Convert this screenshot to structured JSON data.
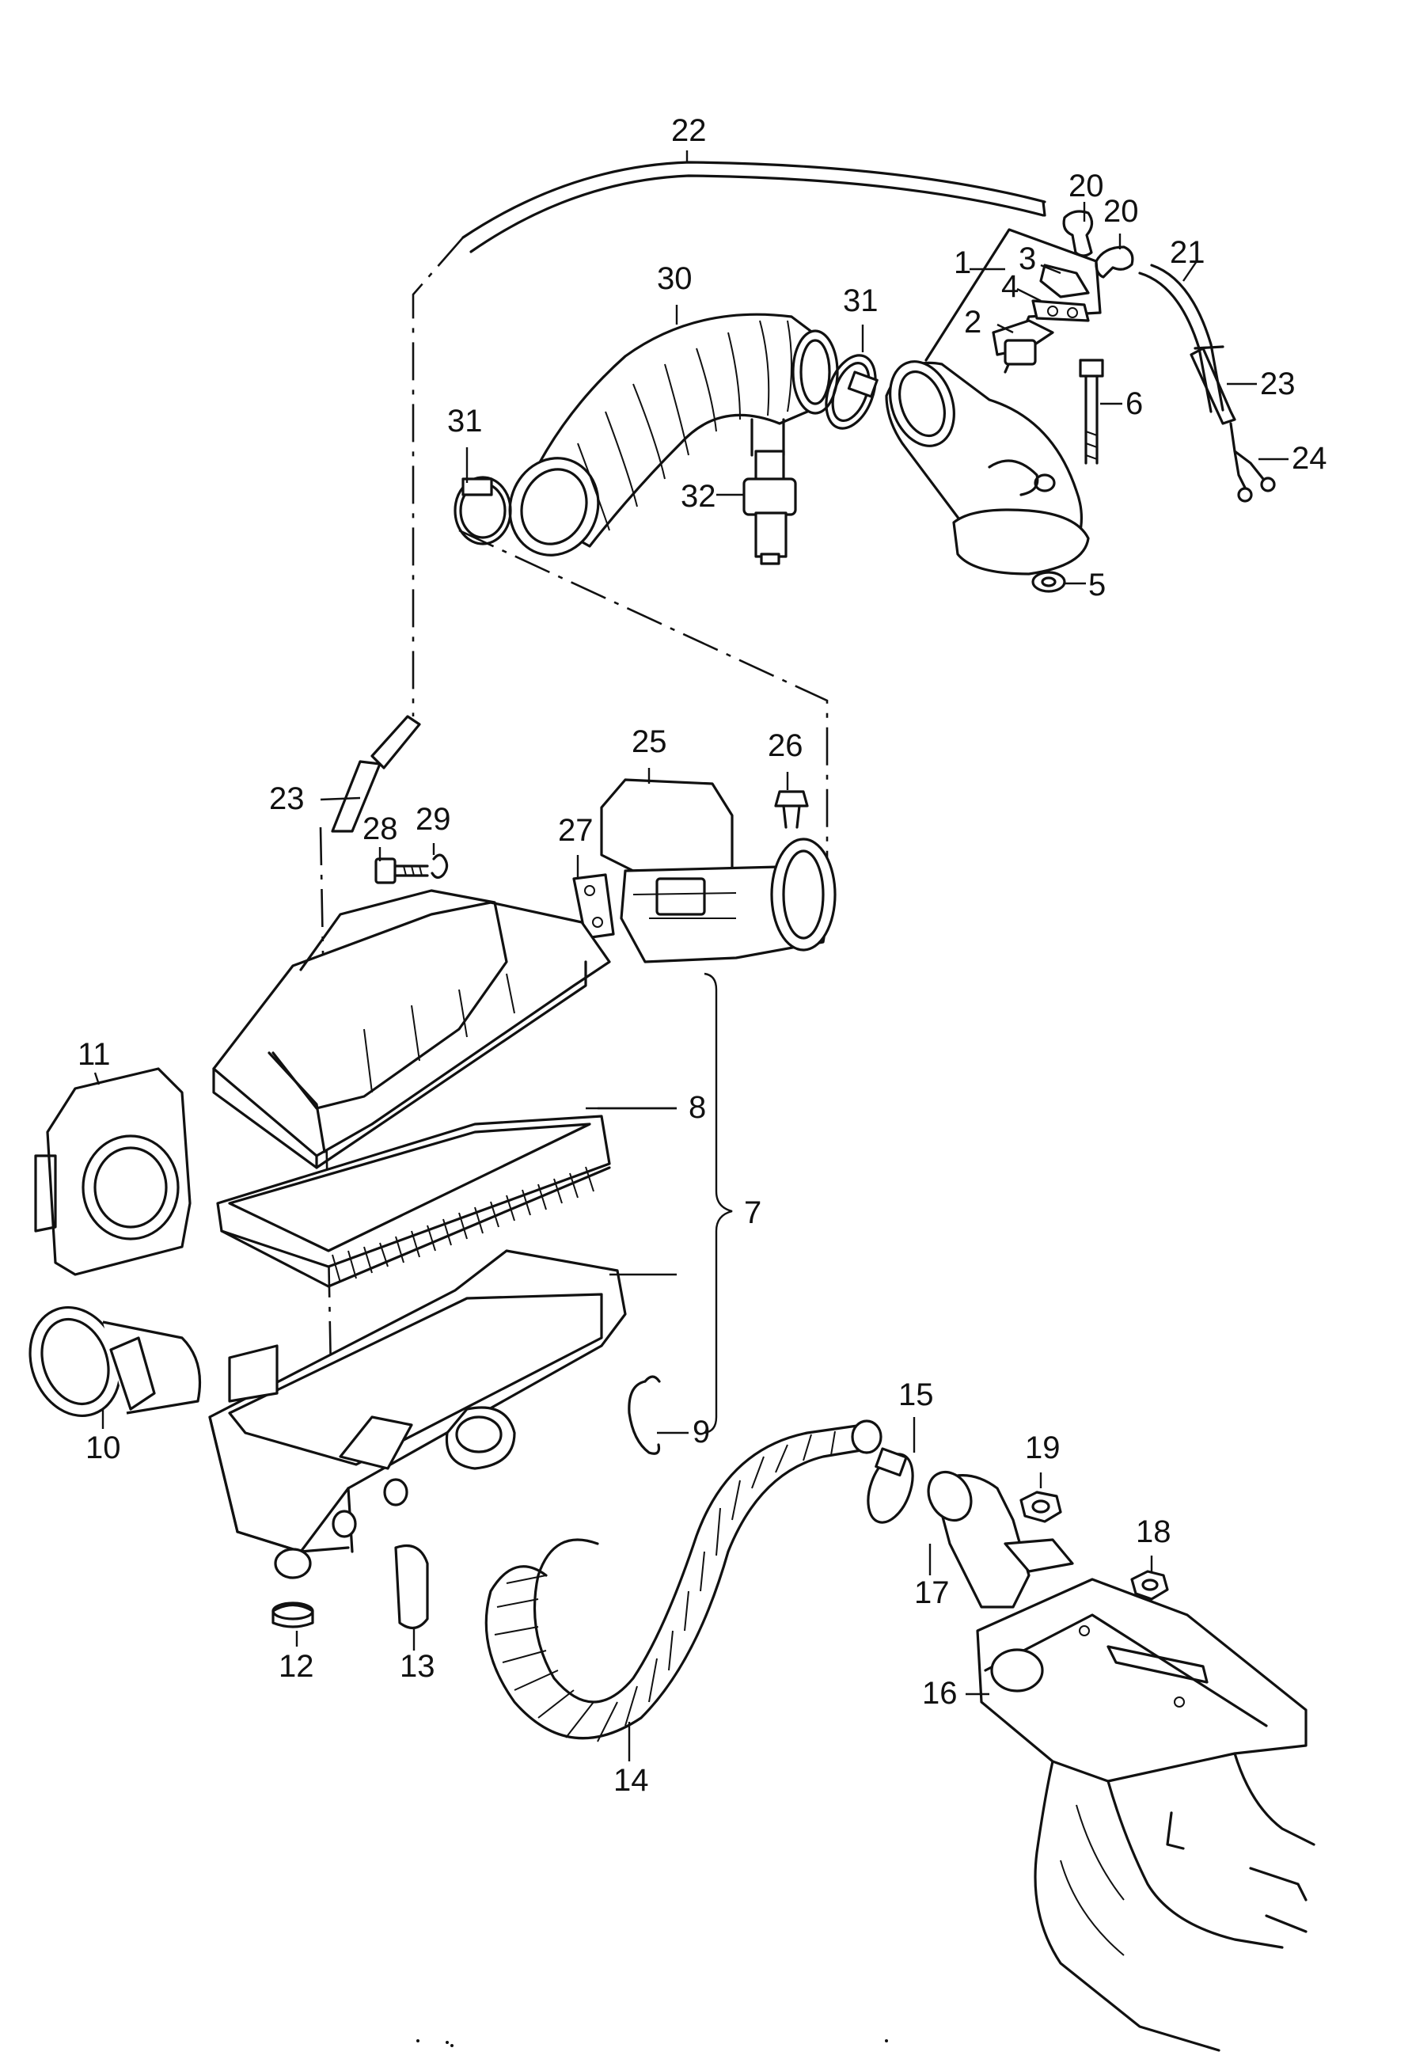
{
  "diagram": {
    "labels": [
      {
        "id": "l1",
        "text": "1"
      },
      {
        "id": "l2",
        "text": "2"
      },
      {
        "id": "l3",
        "text": "3"
      },
      {
        "id": "l4",
        "text": "4"
      },
      {
        "id": "l5",
        "text": "5"
      },
      {
        "id": "l6",
        "text": "6"
      },
      {
        "id": "l7",
        "text": "7"
      },
      {
        "id": "l8",
        "text": "8"
      },
      {
        "id": "l9",
        "text": "9"
      },
      {
        "id": "l10",
        "text": "10"
      },
      {
        "id": "l11",
        "text": "11"
      },
      {
        "id": "l12",
        "text": "12"
      },
      {
        "id": "l13",
        "text": "13"
      },
      {
        "id": "l14",
        "text": "14"
      },
      {
        "id": "l15",
        "text": "15"
      },
      {
        "id": "l16",
        "text": "16"
      },
      {
        "id": "l17",
        "text": "17"
      },
      {
        "id": "l18",
        "text": "18"
      },
      {
        "id": "l19",
        "text": "19"
      },
      {
        "id": "l20a",
        "text": "20"
      },
      {
        "id": "l20b",
        "text": "20"
      },
      {
        "id": "l21",
        "text": "21"
      },
      {
        "id": "l22",
        "text": "22"
      },
      {
        "id": "l23a",
        "text": "23"
      },
      {
        "id": "l23b",
        "text": "23"
      },
      {
        "id": "l24",
        "text": "24"
      },
      {
        "id": "l25",
        "text": "25"
      },
      {
        "id": "l26",
        "text": "26"
      },
      {
        "id": "l27",
        "text": "27"
      },
      {
        "id": "l28",
        "text": "28"
      },
      {
        "id": "l29",
        "text": "29"
      },
      {
        "id": "l30",
        "text": "30"
      },
      {
        "id": "l31a",
        "text": "31"
      },
      {
        "id": "l31b",
        "text": "31"
      },
      {
        "id": "l32",
        "text": "32"
      }
    ]
  }
}
